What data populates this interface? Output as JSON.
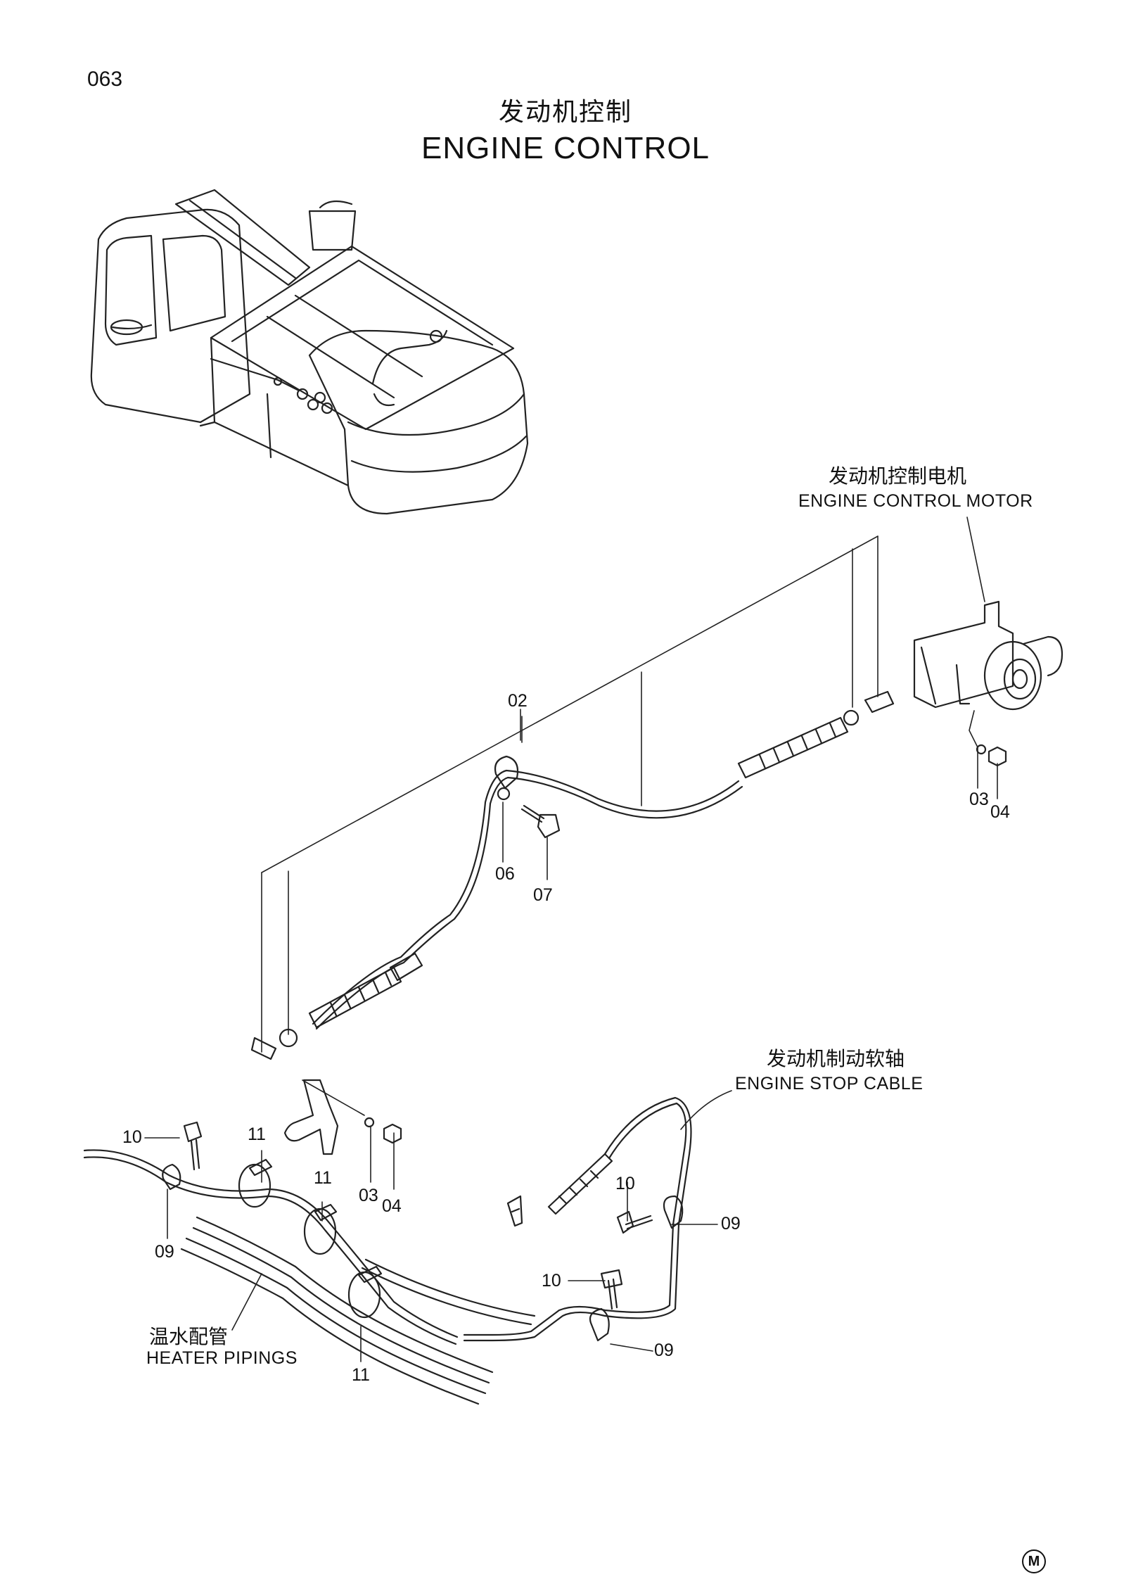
{
  "page_number": "063",
  "title_zh": "发动机控制",
  "title_en": "ENGINE CONTROL",
  "callouts": [
    {
      "zh": "发动机控制电机",
      "en": "ENGINE CONTROL MOTOR"
    },
    {
      "zh": "发动机制动软轴",
      "en": "ENGINE STOP CABLE"
    },
    {
      "zh": "温水配管",
      "en": "HEATER PIPINGS"
    }
  ],
  "part_numbers": [
    "02",
    "03",
    "04",
    "06",
    "07",
    "03",
    "04",
    "10",
    "11",
    "11",
    "09",
    "10",
    "09",
    "10",
    "09",
    "11"
  ],
  "footer_mark": "M"
}
